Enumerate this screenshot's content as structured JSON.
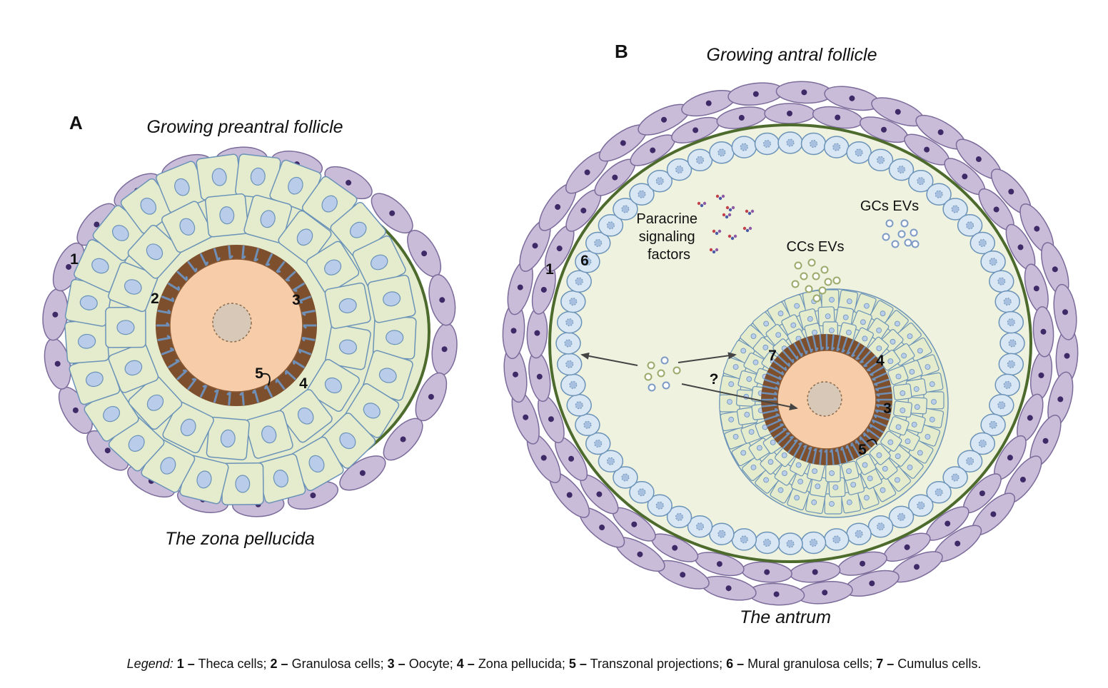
{
  "panel_a": {
    "letter": "A",
    "title": "Growing preantral follicle",
    "caption": "The zona pellucida",
    "labels": [
      "1",
      "2",
      "3",
      "4",
      "5"
    ]
  },
  "panel_b": {
    "letter": "B",
    "title": "Growing antral follicle",
    "caption": "The antrum",
    "labels": [
      "1",
      "6",
      "7",
      "4",
      "3",
      "5"
    ],
    "paracrine_lines": [
      "Paracrine",
      "signaling",
      "factors"
    ],
    "gcs_evs": "GCs EVs",
    "ccs_evs": "CCs EVs",
    "question": "?"
  },
  "legend": {
    "label": "Legend:",
    "items": [
      {
        "num": "1 –",
        "text": "Theca cells;"
      },
      {
        "num": "2 –",
        "text": "Granulosa cells;"
      },
      {
        "num": "3 –",
        "text": "Oocyte;"
      },
      {
        "num": "4 –",
        "text": "Zona pellucida;"
      },
      {
        "num": "5 –",
        "text": "Transzonal projections;"
      },
      {
        "num": "6 –",
        "text": "Mural granulosa cells;"
      },
      {
        "num": "7 –",
        "text": "Cumulus cells."
      }
    ]
  },
  "colors": {
    "theca_fill": "#c9bcd9",
    "theca_stroke": "#7b6b9a",
    "theca_nucleus": "#3d2a66",
    "granulosa_fill": "#e4eccd",
    "granulosa_stroke": "#6b93b8",
    "nucleus_fill": "#b9cdea",
    "basement": "#4e6b2e",
    "antrum": "#eef2df",
    "zona": "#7d4f2c",
    "oocyte": "#f6cca9",
    "oocyte_nucleus": "#d7c8b7",
    "tzp": "#6f8fb7",
    "mural_fill": "#d9e6f3",
    "gcs_ev": "#7d9ac5",
    "ccs_ev": "#9ba96b"
  }
}
